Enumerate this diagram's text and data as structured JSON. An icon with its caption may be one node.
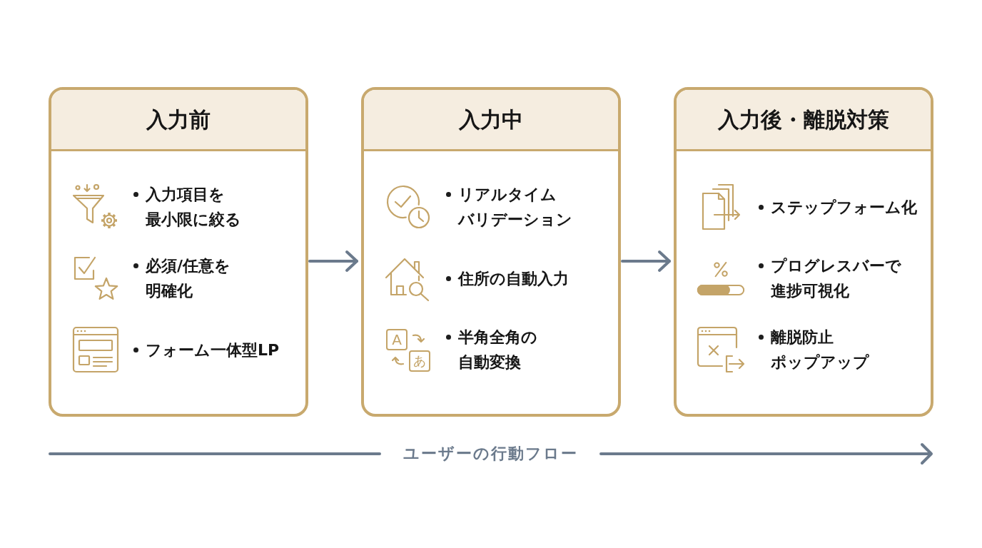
{
  "diagram": {
    "nodes": [
      {
        "text": [
          "入力前",
          "入力項目を最小限に絞る",
          "必須/任意を明確化",
          "フォーム一体型LP"
        ]
      },
      {
        "text": [
          "入力中",
          "リアルタイムバリデーション",
          "住所の自動入力",
          "半角全角の自動変換"
        ]
      },
      {
        "text": [
          "入力後・離脱対策",
          "ステップフォーム化",
          "プログレスバーで進捗可視化",
          "離脱防止ポップアップ"
        ]
      }
    ],
    "edges": [
      {
        "from": 0,
        "to": 1,
        "arrow": "to"
      },
      {
        "from": 1,
        "to": 2,
        "arrow": "to"
      }
    ],
    "labels": [
      "A",
      "あ",
      "ユーザーの行動フロー"
    ]
  }
}
